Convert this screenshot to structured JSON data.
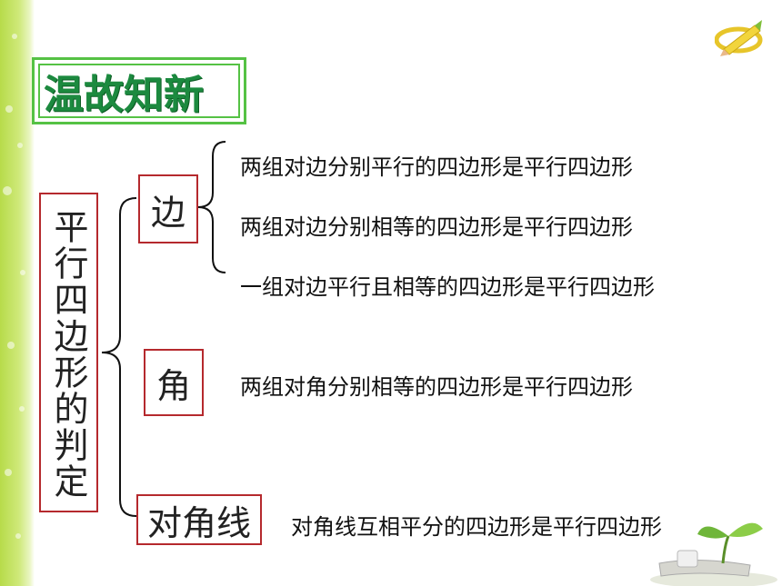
{
  "title": "温故知新",
  "topic": "平行四边形的判定",
  "categories": {
    "side": {
      "label": "边",
      "statements": [
        "两组对边分别平行的四边形是平行四边形",
        "两组对边分别相等的四边形是平行四边形",
        "一组对边平行且相等的四边形是平行四边形"
      ]
    },
    "angle": {
      "label": "角",
      "statements": [
        "两组对角分别相等的四边形是平行四边形"
      ]
    },
    "diagonal": {
      "label": "对角线",
      "statements": [
        "对角线互相平分的四边形是平行四边形"
      ]
    }
  },
  "colors": {
    "box_border": "#b5292d",
    "title_green": "#1c8a3f",
    "band_green": "#b7db4a"
  }
}
